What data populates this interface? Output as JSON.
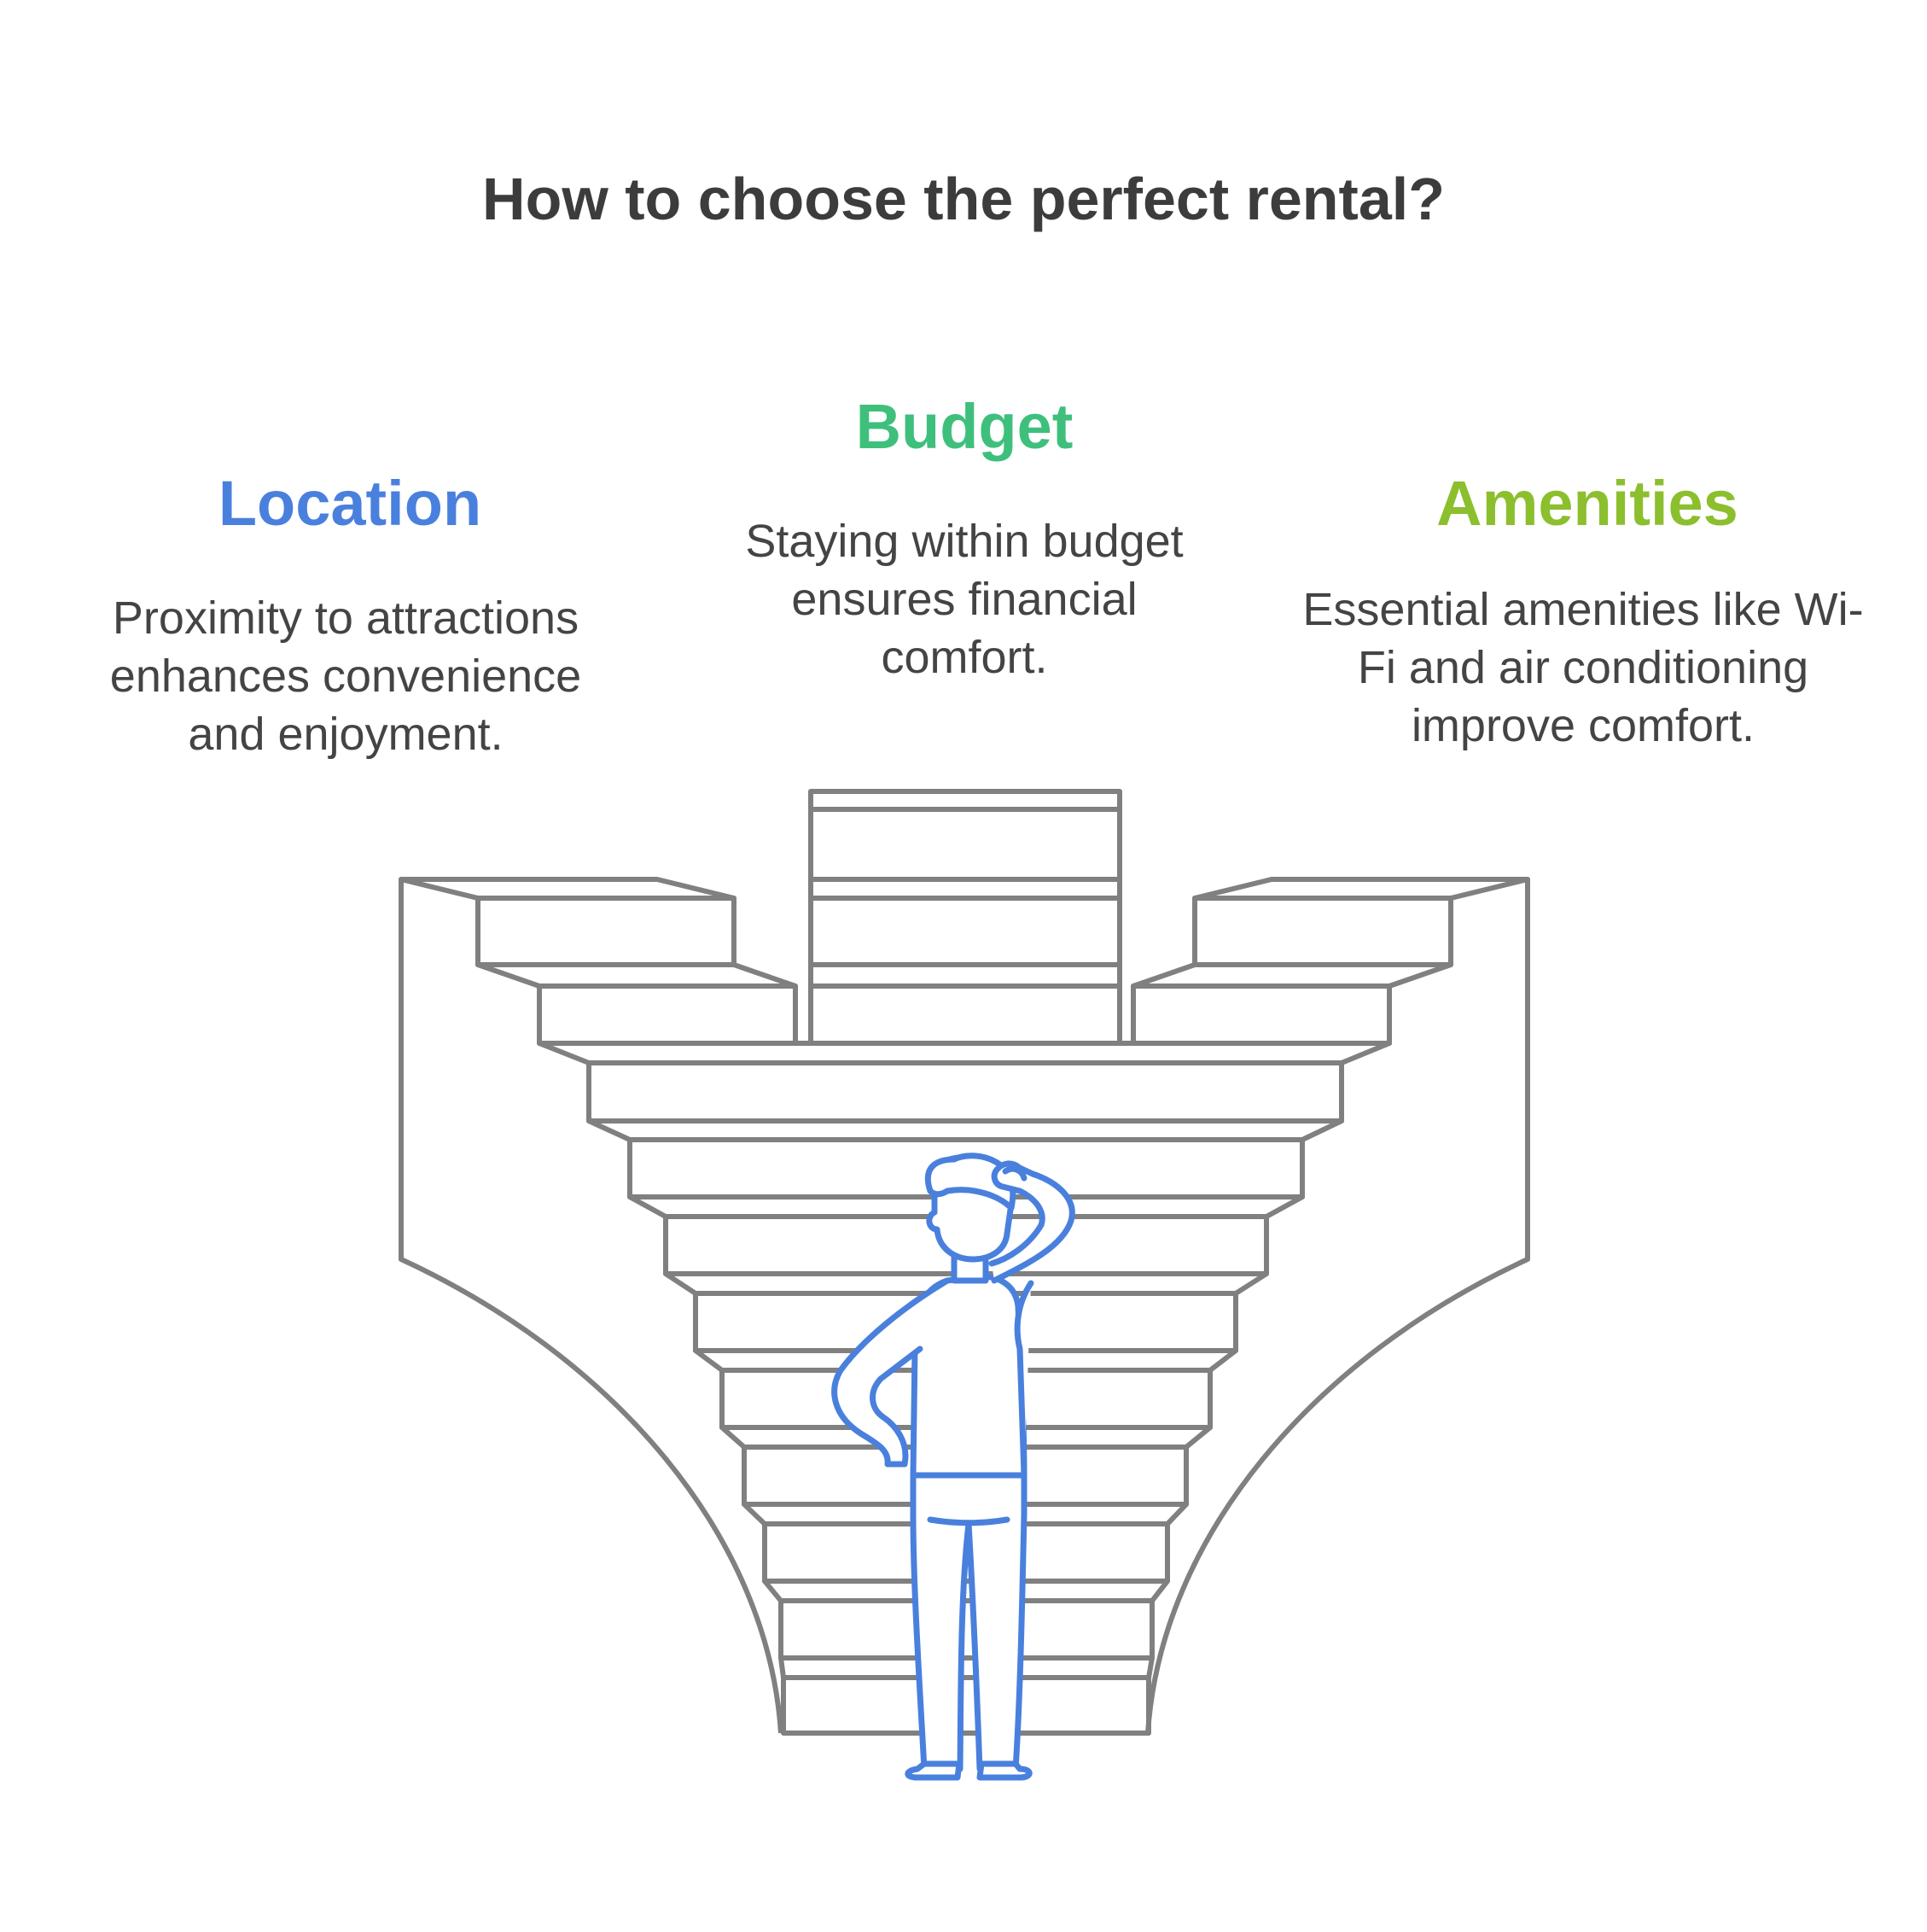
{
  "title": "How to choose the perfect rental?",
  "colors": {
    "title": "#3c3c3c",
    "location": "#4a80dd",
    "budget": "#3ec07c",
    "amenities": "#8cbf2e",
    "body_text": "#444444",
    "stairs": "#808080",
    "person": "#4a80dd"
  },
  "columns": [
    {
      "id": "location",
      "heading": "Location",
      "text": "Proximity to attractions enhances convenience and enjoyment."
    },
    {
      "id": "budget",
      "heading": "Budget",
      "text": "Staying within budget ensures financial comfort."
    },
    {
      "id": "amenities",
      "heading": "Amenities",
      "text": "Essential amenities like Wi-Fi and air conditioning improve comfort."
    }
  ],
  "illustration": {
    "stairs": "branching-staircase",
    "figure": "thinking-person-icon"
  }
}
